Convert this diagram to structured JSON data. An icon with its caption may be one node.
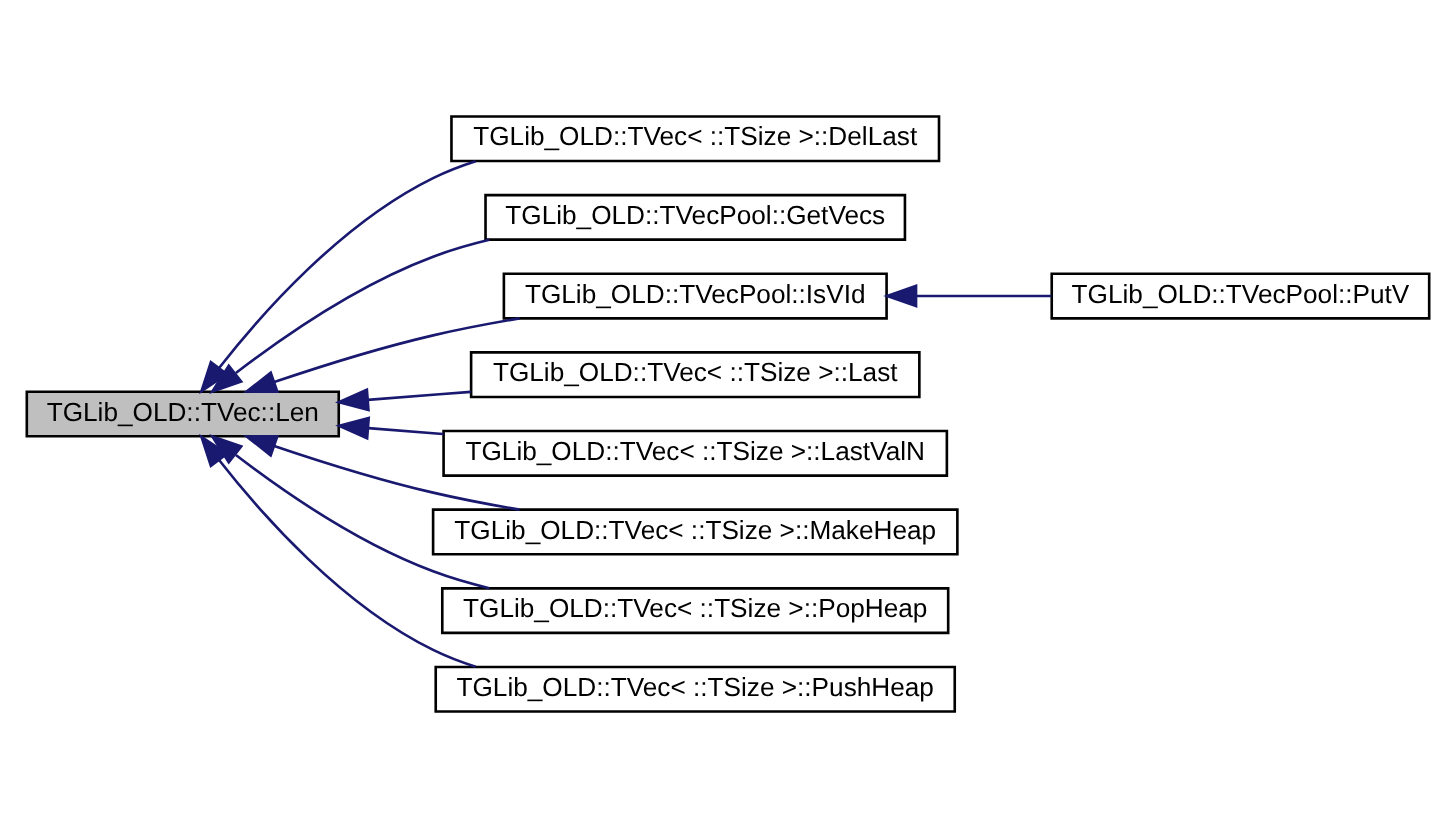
{
  "diagram": {
    "nodes": [
      {
        "text": [
          "TGLib_OLD::TVec::Len"
        ]
      },
      {
        "text": [
          "TGLib_OLD::TVec< ::TSize >::DelLast"
        ]
      },
      {
        "text": [
          "TGLib_OLD::TVecPool::GetVecs"
        ]
      },
      {
        "text": [
          "TGLib_OLD::TVecPool::IsVId"
        ]
      },
      {
        "text": [
          "TGLib_OLD::TVecPool::PutV"
        ]
      },
      {
        "text": [
          "TGLib_OLD::TVec< ::TSize >::Last"
        ]
      },
      {
        "text": [
          "TGLib_OLD::TVec< ::TSize >::LastValN"
        ]
      },
      {
        "text": [
          "TGLib_OLD::TVec< ::TSize >::MakeHeap"
        ]
      },
      {
        "text": [
          "TGLib_OLD::TVec< ::TSize >::PopHeap"
        ]
      },
      {
        "text": [
          "TGLib_OLD::TVec< ::TSize >::PushHeap"
        ]
      }
    ],
    "edges": [
      {
        "from": 1,
        "to": 0,
        "arrow": "to"
      },
      {
        "from": 2,
        "to": 0,
        "arrow": "to"
      },
      {
        "from": 3,
        "to": 0,
        "arrow": "to"
      },
      {
        "from": 4,
        "to": 3,
        "arrow": "to"
      },
      {
        "from": 5,
        "to": 0,
        "arrow": "to"
      },
      {
        "from": 6,
        "to": 0,
        "arrow": "to"
      },
      {
        "from": 7,
        "to": 0,
        "arrow": "to"
      },
      {
        "from": 8,
        "to": 0,
        "arrow": "to"
      },
      {
        "from": 9,
        "to": 0,
        "arrow": "to"
      }
    ]
  }
}
